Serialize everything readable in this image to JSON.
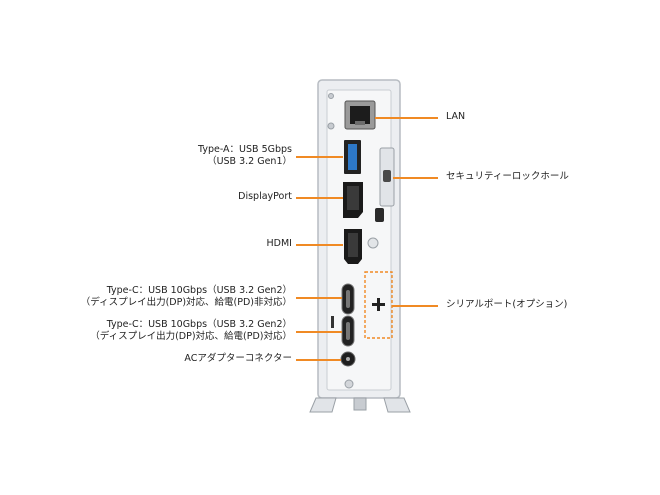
{
  "colors": {
    "leader_line": "#f08a24",
    "chassis": "#e9ebee",
    "chassis_edge": "#b9bec4",
    "usb_a_blue": "#2d78c8",
    "port_dark": "#1a1a1a"
  },
  "labels": {
    "lan": "LAN",
    "usb_a_line1": "Type-A：USB 5Gbps",
    "usb_a_line2": "（USB 3.2 Gen1）",
    "security_lock": "セキュリティーロックホール",
    "displayport": "DisplayPort",
    "hdmi": "HDMI",
    "usb_c1_line1": "Type-C：USB 10Gbps（USB 3.2 Gen2）",
    "usb_c1_line2": "（ディスプレイ出力(DP)対応、給電(PD)非対応）",
    "serial": "シリアルポート(オプション)",
    "usb_c2_line1": "Type-C：USB 10Gbps（USB 3.2 Gen2）",
    "usb_c2_line2": "（ディスプレイ出力(DP)対応、給電(PD)対応）",
    "ac_adapter": "ACアダプターコネクター"
  }
}
